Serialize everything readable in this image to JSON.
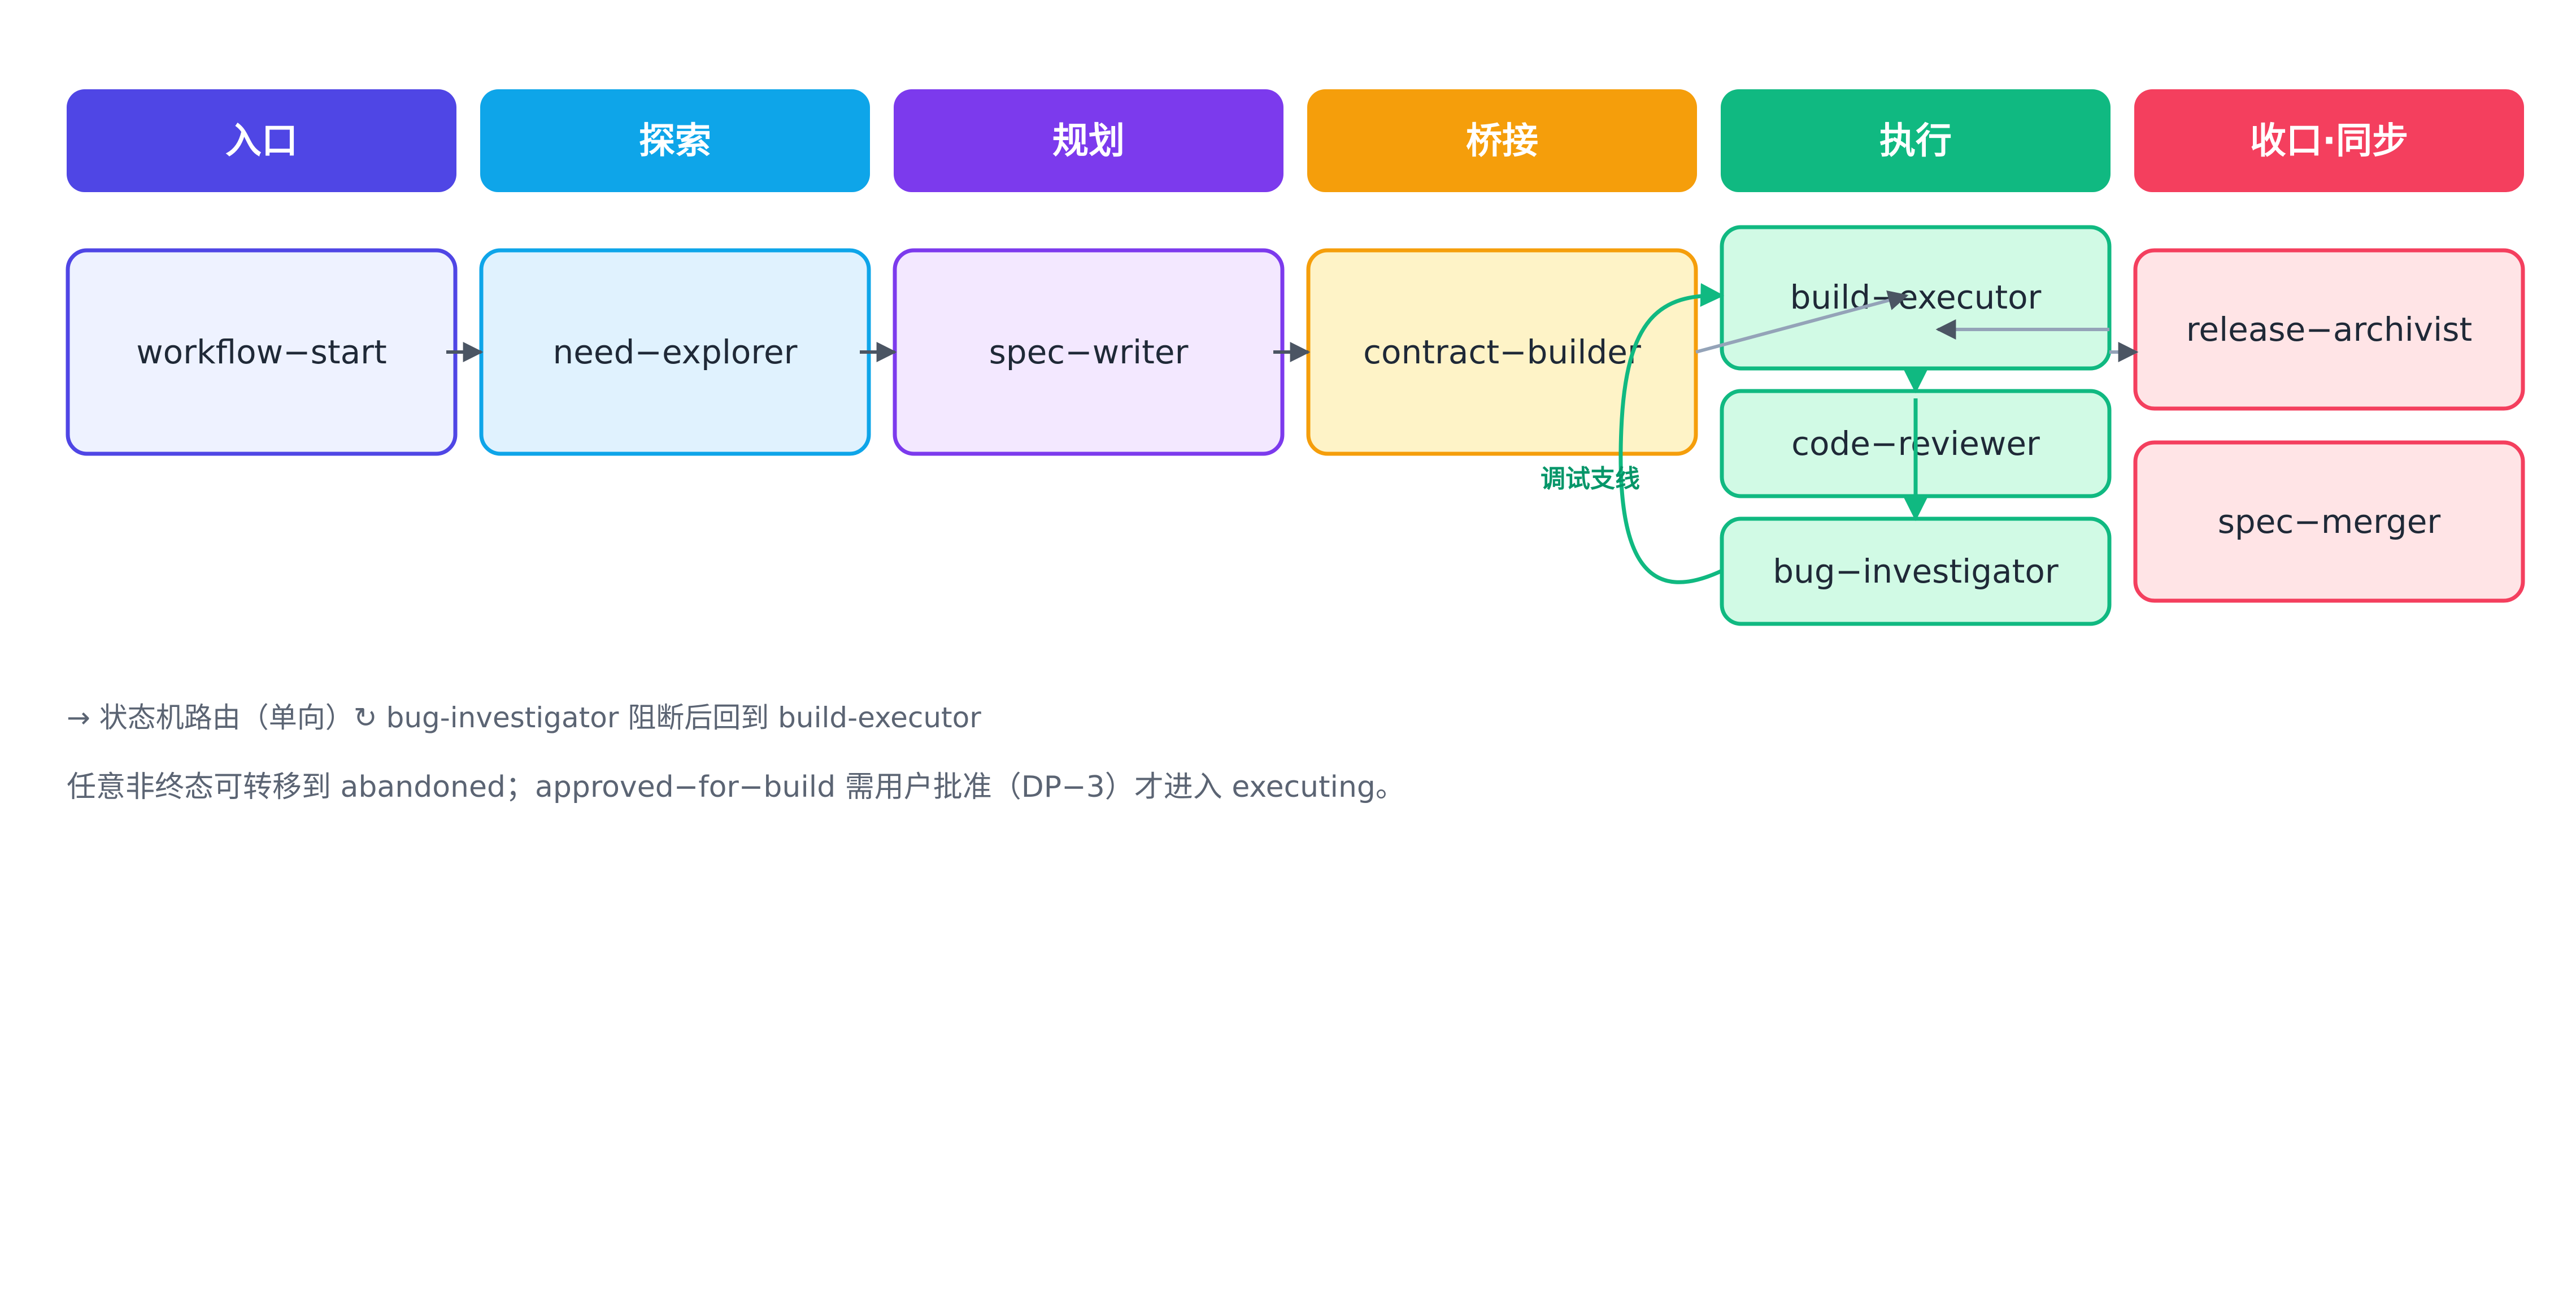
{
  "colors": {
    "entry": "#4f46e5",
    "explore": "#0ea5e9",
    "plan": "#7c3aed",
    "bridge": "#f59e0b",
    "execute": "#10b981",
    "close": "#f43f5e",
    "main_arrow": "#4b5563",
    "secondary_arrow": "#94a3b8",
    "debug_arrow": "#10b981"
  },
  "stages": [
    {
      "key": "entry",
      "label": "入口",
      "color": "#4f46e5",
      "fill": "#eef2ff"
    },
    {
      "key": "explore",
      "label": "探索",
      "color": "#0ea5e9",
      "fill": "#e0f2fe"
    },
    {
      "key": "plan",
      "label": "规划",
      "color": "#7c3aed",
      "fill": "#f3e8ff"
    },
    {
      "key": "bridge",
      "label": "桥接",
      "color": "#f59e0b",
      "fill": "#fef3c7"
    },
    {
      "key": "execute",
      "label": "执行",
      "color": "#10b981",
      "fill": "#d1fae5"
    },
    {
      "key": "close",
      "label": "收口·同步",
      "color": "#f43f5e",
      "fill": "#ffe4e6"
    }
  ],
  "nodes": {
    "workflow_start": "workflow−start",
    "need_explorer": "need−explorer",
    "spec_writer": "spec−writer",
    "contract_builder": "contract−builder",
    "build_executor": "build−executor",
    "code_reviewer": "code−reviewer",
    "bug_investigator": "bug−investigator",
    "release_archivist": "release−archivist",
    "spec_merger": "spec−merger"
  },
  "edges": {
    "debug_label": "调试支线"
  },
  "legend": {
    "line1": "→ 状态机路由（单向）↻ bug-investigator 阻断后回到 build-executor",
    "line2": "任意非终态可转移到 abandoned；approved−for−build 需用户批准（DP−3）才进入 executing。"
  }
}
